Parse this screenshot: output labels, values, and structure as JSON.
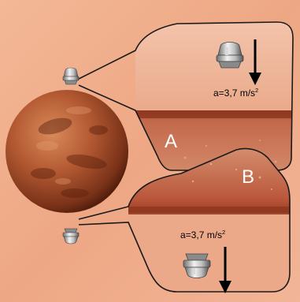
{
  "panels": {
    "a": {
      "letter": "A",
      "acceleration_label": "a=3,7 m/s",
      "acceleration_exponent": "2"
    },
    "b": {
      "letter": "B",
      "acceleration_label": "a=3,7 m/s",
      "acceleration_exponent": "2"
    }
  },
  "colors": {
    "background": "#f0b090",
    "mars_dark": "#6e2a12",
    "mars_light": "#c4643a",
    "surface": "#b5563a",
    "arrow": "#000000",
    "letter": "#ffffff",
    "outline": "#1a1a1a"
  },
  "icons": {
    "planet": "mars-planet-icon",
    "lander": "lander-capsule-icon",
    "arrow": "down-arrow-icon"
  }
}
